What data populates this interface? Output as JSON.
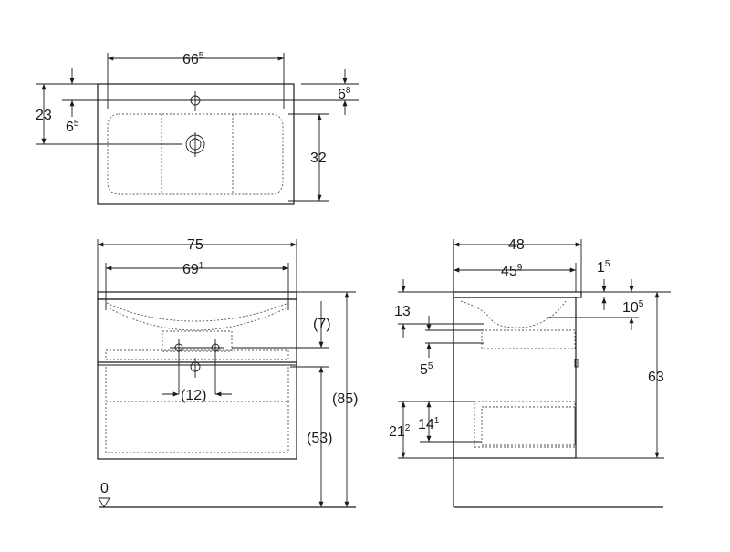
{
  "top_view": {
    "width_label": "66",
    "width_sup": "5",
    "overhang_label": "6",
    "overhang_sup": "8",
    "depth_label": "23",
    "tap_offset_label": "6",
    "tap_offset_sup": "5",
    "basin_depth_label": "32"
  },
  "front_view": {
    "total_width_label": "75",
    "inner_width_label": "69",
    "inner_width_sup": "1",
    "drawer_gap_label": "(7)",
    "drain_width_label": "(12)",
    "lower_height_label": "(53)",
    "total_height_label": "(85)",
    "floor_label": "0"
  },
  "side_view": {
    "depth_label": "48",
    "inner_depth_label": "45",
    "inner_depth_sup": "9",
    "top_thickness_label": "1",
    "top_thickness_sup": "5",
    "top_label": "13",
    "rim_label": "10",
    "rim_sup": "5",
    "drawer1_label": "5",
    "drawer1_sup": "5",
    "drawer2_label": "14",
    "drawer2_sup": "1",
    "drawer2_total_label": "21",
    "drawer2_total_sup": "2",
    "body_height_label": "63"
  }
}
